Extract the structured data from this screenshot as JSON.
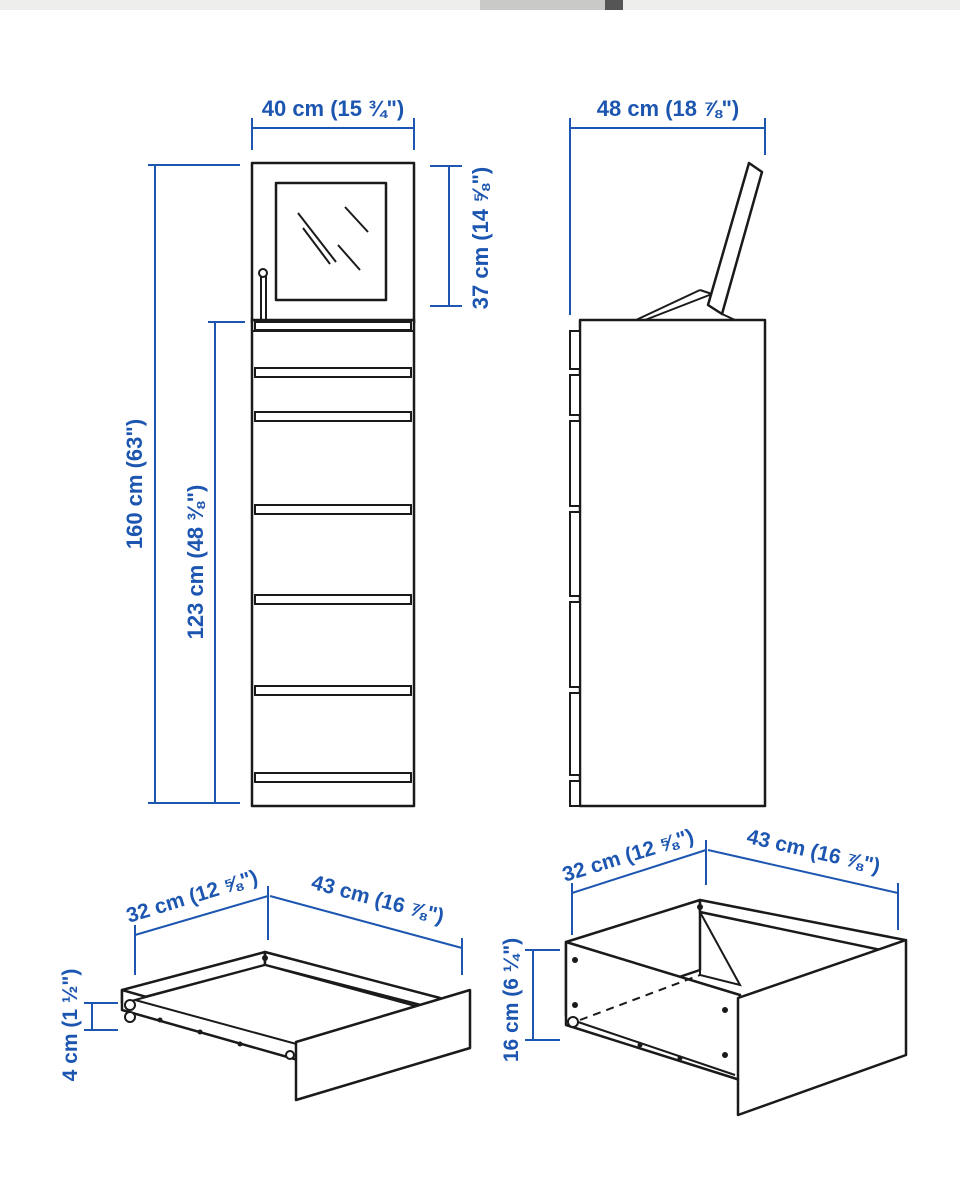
{
  "dimensions": {
    "front_width": "40 cm (15 ¾\")",
    "side_depth": "48 cm (18 ⅞\")",
    "mirror_height": "37 cm (14 ⅝\")",
    "total_height": "160 cm (63\")",
    "cabinet_height": "123 cm (48 ⅜\")",
    "small_drawer_width": "32 cm (12 ⅝\")",
    "small_drawer_depth": "43 cm (16 ⅞\")",
    "small_drawer_height": "4 cm (1 ½\")",
    "large_drawer_width": "32 cm (12 ⅝\")",
    "large_drawer_depth": "43 cm (16 ⅞\")",
    "large_drawer_height": "16 cm (6 ¼\")"
  },
  "colors": {
    "dimension_text": "#1d56b0",
    "line_art": "#1a1a1a",
    "background": "#ffffff"
  }
}
